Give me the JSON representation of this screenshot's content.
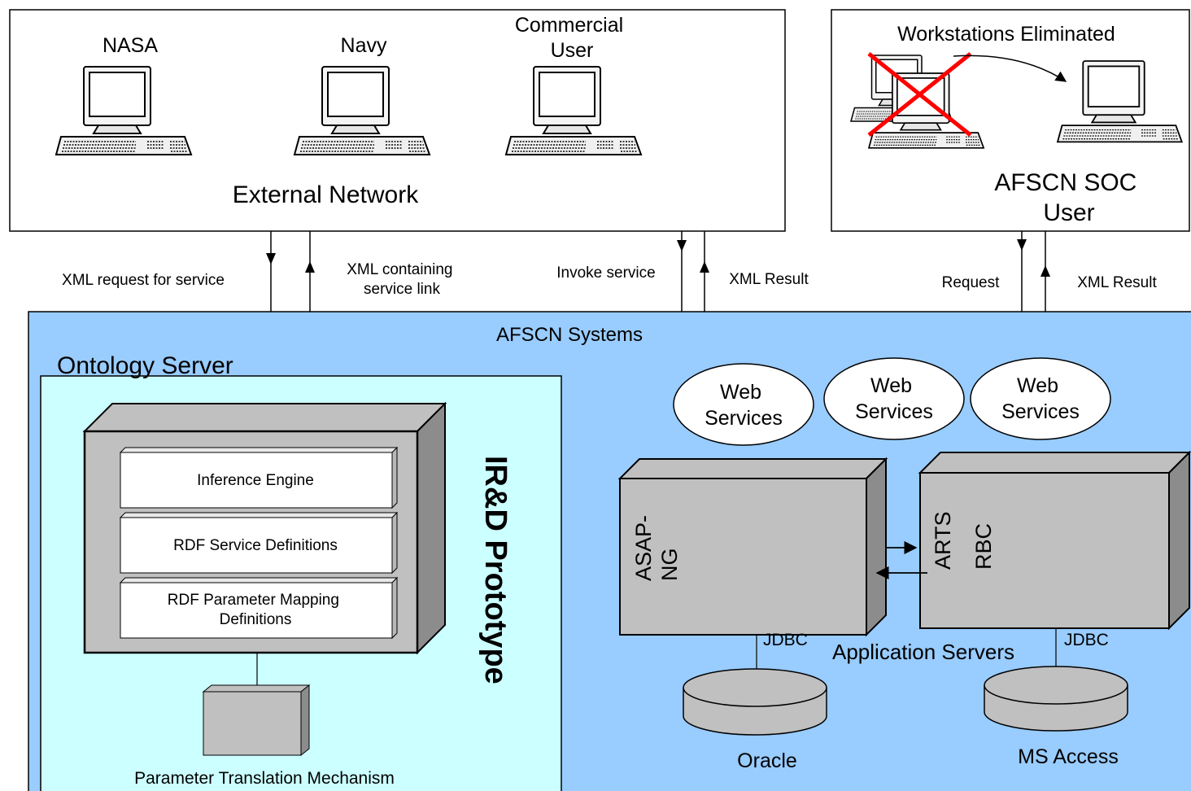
{
  "external_network": {
    "label": "External Network",
    "users": [
      {
        "id": "nasa",
        "label_lines": [
          "NASA"
        ]
      },
      {
        "id": "navy",
        "label_lines": [
          "Navy"
        ]
      },
      {
        "id": "commercial",
        "label_lines": [
          "Commercial",
          "User"
        ]
      }
    ]
  },
  "soc_user": {
    "label_lines": [
      "AFSCN  SOC",
      "User"
    ],
    "workstations_label": "Workstations Eliminated"
  },
  "flows": {
    "xml_request": "XML request for service",
    "xml_containing": [
      "XML containing",
      "service link"
    ],
    "invoke_service": "Invoke service",
    "xml_result_1": "XML Result",
    "request": "Request",
    "xml_result_2": "XML Result"
  },
  "afscn_systems": {
    "label": "AFSCN Systems",
    "ontology_server": {
      "label": "Ontology Server",
      "modules": [
        {
          "lines": [
            "Inference Engine"
          ]
        },
        {
          "lines": [
            "RDF Service Definitions"
          ]
        },
        {
          "lines": [
            "RDF Parameter Mapping",
            "Definitions"
          ]
        }
      ],
      "prototype_label": "IR&D Prototype",
      "translation_label": "Parameter Translation Mechanism"
    },
    "web_services": [
      {
        "lines": [
          "Web",
          "Services"
        ]
      },
      {
        "lines": [
          "Web",
          "Services"
        ]
      },
      {
        "lines": [
          "Web",
          "Services"
        ]
      }
    ],
    "servers": [
      {
        "lines": [
          "ASAP-",
          "NG"
        ]
      },
      {
        "lines": [
          "ARTS",
          "RBC"
        ]
      }
    ],
    "application_servers_label": "Application Servers",
    "jdbc_1": "JDBC",
    "jdbc_2": "JDBC",
    "databases": [
      {
        "label": "Oracle"
      },
      {
        "label": "MS Access"
      }
    ]
  },
  "colors": {
    "systems_fill": "#99ccff",
    "ontology_fill": "#ccffff",
    "server_face": "#c0c0c0",
    "server_side": "#8c8c8c",
    "cross": "#ff0000"
  }
}
